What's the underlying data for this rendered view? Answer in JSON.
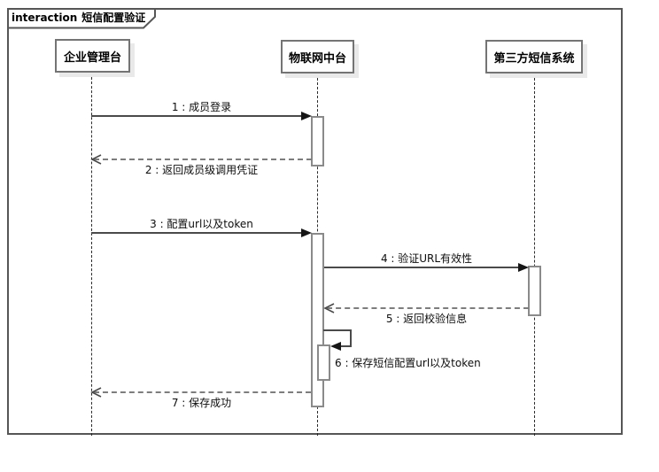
{
  "frame": {
    "keyword": "interaction",
    "title": "短信配置验证"
  },
  "participants": [
    {
      "name": "企业管理台"
    },
    {
      "name": "物联网中台"
    },
    {
      "name": "第三方短信系统"
    }
  ],
  "messages": [
    {
      "label": "1 : 成员登录",
      "from": "企业管理台",
      "to": "物联网中台",
      "kind": "sync"
    },
    {
      "label": "2 : 返回成员级调用凭证",
      "from": "物联网中台",
      "to": "企业管理台",
      "kind": "return"
    },
    {
      "label": "3 : 配置url以及token",
      "from": "企业管理台",
      "to": "物联网中台",
      "kind": "sync"
    },
    {
      "label": "4 : 验证URL有效性",
      "from": "物联网中台",
      "to": "第三方短信系统",
      "kind": "sync"
    },
    {
      "label": "5 : 返回校验信息",
      "from": "第三方短信系统",
      "to": "物联网中台",
      "kind": "return"
    },
    {
      "label": "6 : 保存短信配置url以及token",
      "from": "物联网中台",
      "to": "物联网中台",
      "kind": "self"
    },
    {
      "label": "7 : 保存成功",
      "from": "物联网中台",
      "to": "企业管理台",
      "kind": "return"
    }
  ],
  "colors": {
    "background": "#ffffff",
    "frame_border": "#565656",
    "box_border": "#747474",
    "box_fill": "#fefefe",
    "box_shadow": "#e9e9e9",
    "solid_line": "#4a4a4a",
    "dashed_line": "#7d7d7d",
    "arrowhead": "#161616",
    "lifeline": "#2b2b2b",
    "text": "#000000"
  }
}
